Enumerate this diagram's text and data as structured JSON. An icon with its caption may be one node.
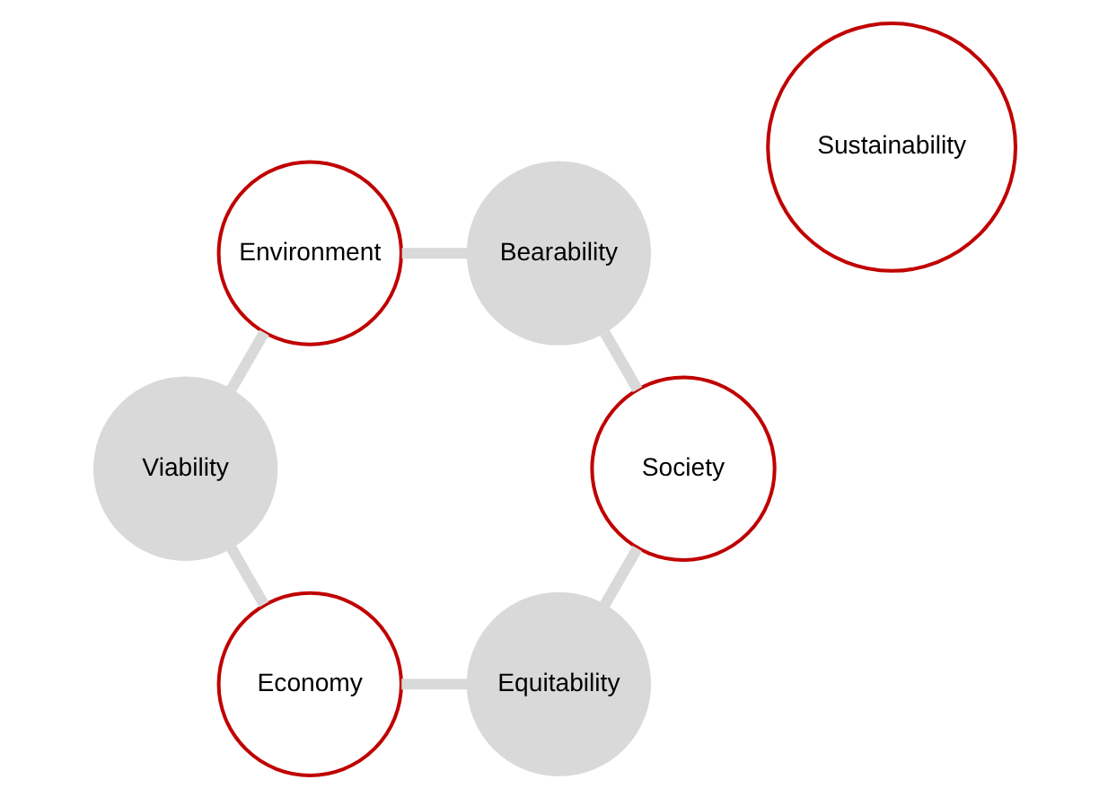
{
  "diagram": {
    "nodes": [
      {
        "text": [
          "Sustainability"
        ]
      },
      {
        "text": [
          "Equitability"
        ]
      },
      {
        "text": [
          "Economy"
        ]
      },
      {
        "text": [
          "Viability"
        ]
      },
      {
        "text": [
          "Environment"
        ]
      },
      {
        "text": [
          "Bearability"
        ]
      },
      {
        "text": [
          "Society"
        ]
      }
    ],
    "edges": [
      {
        "from": 1,
        "to": 2,
        "arrow": "none"
      },
      {
        "from": 2,
        "to": 3,
        "arrow": "none"
      },
      {
        "from": 3,
        "to": 4,
        "arrow": "none"
      },
      {
        "from": 4,
        "to": 5,
        "arrow": "none"
      },
      {
        "from": 5,
        "to": 6,
        "arrow": "none"
      },
      {
        "from": 6,
        "to": 1,
        "arrow": "none"
      }
    ]
  }
}
